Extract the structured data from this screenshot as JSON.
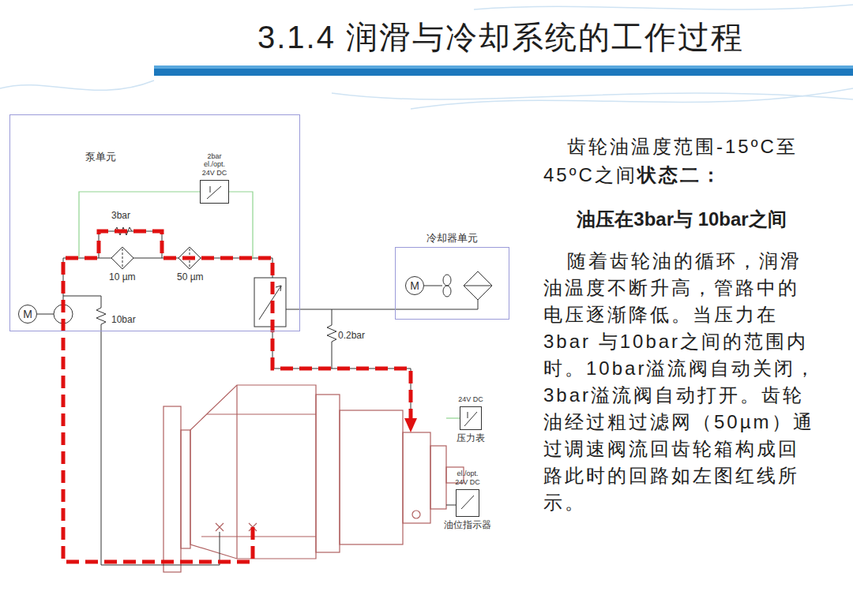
{
  "diagram": {
    "title": "3.1.4 润滑与冷却系统的工作过程",
    "nodes": [
      {
        "text": [
          "泵单元"
        ]
      },
      {
        "text": [
          "2bar el./opt. 24V DC"
        ],
        "in": 0
      },
      {
        "text": [
          "M"
        ],
        "in": 0
      },
      {
        "text": [
          "冷却器单元"
        ]
      },
      {
        "text": [
          "M"
        ],
        "in": 3
      },
      {
        "text": [
          "24V DC",
          "压力表"
        ]
      },
      {
        "text": [
          "el./opt. 24V DC",
          "油位指示器"
        ]
      }
    ],
    "edges": [
      {
        "from": 0,
        "to": 3,
        "arrow": "none"
      }
    ],
    "labels": [
      "3bar",
      "10 µm",
      "50 µm",
      "10bar",
      "0.2bar",
      "齿轮油温度范围-15ºC至45ºC之间",
      "状态二：",
      "油压在3bar与 10bar之间",
      "随着齿轮油的循环，润滑油温度不断升高，管路中的电压逐渐降低。当压力在3bar 与10bar之间的范围内时。10bar溢流阀自动关闭，3bar溢流阀自动打开。齿轮油经过粗过滤网（50µm）通过调速阀流回齿轮箱构成回路此时的回路如左图红线所示。"
    ]
  }
}
